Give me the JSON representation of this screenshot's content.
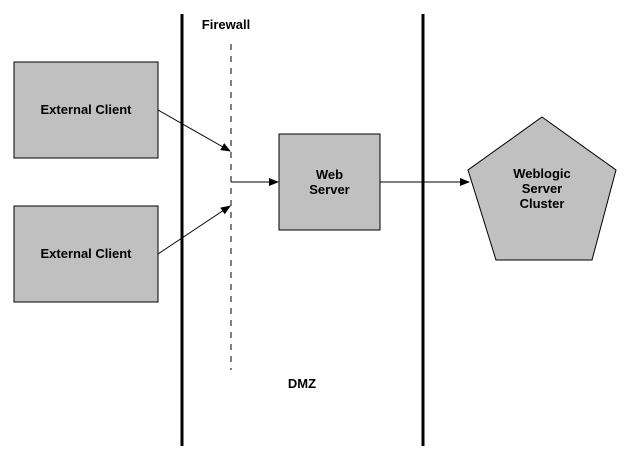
{
  "labels": {
    "firewall": "Firewall",
    "dmz": "DMZ",
    "client_1": "External Client",
    "client_2": "External Client",
    "web_server": [
      "Web",
      "Server"
    ],
    "cluster": [
      "Weblogic",
      "Server",
      "Cluster"
    ]
  },
  "colors": {
    "box_fill": "#c0c0c0",
    "stroke": "#000000",
    "background": "#ffffff"
  }
}
